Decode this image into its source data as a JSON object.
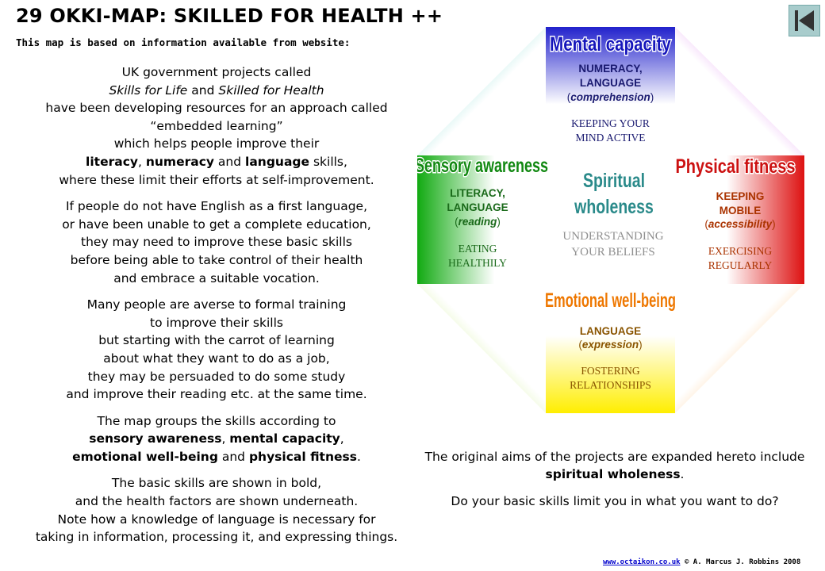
{
  "header": {
    "title": "29 OKKI-MAP: SKILLED FOR HEALTH ++",
    "subtitle": "This map is based on information available from website:"
  },
  "nav": {
    "back_icon": "skip-back-icon"
  },
  "left_text": {
    "p1": [
      [
        {
          "t": "UK government projects called"
        }
      ],
      [
        {
          "t": "Skills for Life",
          "i": true
        },
        {
          "t": " and "
        },
        {
          "t": "Skilled for Health",
          "i": true
        }
      ],
      [
        {
          "t": "have been developing resources for an approach called"
        }
      ],
      [
        {
          "t": "“embedded learning”"
        }
      ],
      [
        {
          "t": "which helps people improve their"
        }
      ],
      [
        {
          "t": "literacy",
          "b": true
        },
        {
          "t": ", "
        },
        {
          "t": "numeracy",
          "b": true
        },
        {
          "t": " and "
        },
        {
          "t": "language",
          "b": true
        },
        {
          "t": " skills,"
        }
      ],
      [
        {
          "t": "where these limit their efforts at self-improvement."
        }
      ]
    ],
    "p2": [
      [
        {
          "t": "If people do not have English as a first language,"
        }
      ],
      [
        {
          "t": "or have been unable to get a complete education,"
        }
      ],
      [
        {
          "t": "they may need to improve these basic skills"
        }
      ],
      [
        {
          "t": "before being able to take control of their health"
        }
      ],
      [
        {
          "t": "and embrace a suitable vocation."
        }
      ]
    ],
    "p3": [
      [
        {
          "t": "Many people are averse to formal training"
        }
      ],
      [
        {
          "t": "to improve their skills"
        }
      ],
      [
        {
          "t": "but starting with the carrot of learning"
        }
      ],
      [
        {
          "t": "about what they want to do as a job,"
        }
      ],
      [
        {
          "t": "they may be persuaded to do some study"
        }
      ],
      [
        {
          "t": "and improve their reading etc. at the same time."
        }
      ]
    ],
    "p4": [
      [
        {
          "t": "The map groups the skills according to"
        }
      ],
      [
        {
          "t": "sensory awareness",
          "b": true
        },
        {
          "t": ", "
        },
        {
          "t": "mental capacity",
          "b": true
        },
        {
          "t": ","
        }
      ],
      [
        {
          "t": "emotional well-being",
          "b": true
        },
        {
          "t": " and "
        },
        {
          "t": "physical fitness",
          "b": true
        },
        {
          "t": "."
        }
      ]
    ],
    "p5": [
      [
        {
          "t": "The basic skills are shown in bold,"
        }
      ],
      [
        {
          "t": "and the health factors are shown underneath."
        }
      ],
      [
        {
          "t": "Note how a knowledge of language is necessary for"
        }
      ],
      [
        {
          "t": "taking in information, processing it, and expressing things."
        }
      ]
    ]
  },
  "right_text": {
    "p1": [
      [
        {
          "t": "The original aims of the projects are expanded here"
        }
      ],
      [
        {
          "t": "to include "
        },
        {
          "t": "spiritual wholeness",
          "b": true
        },
        {
          "t": "."
        }
      ]
    ],
    "p2": [
      [
        {
          "t": "Do your basic skills limit you in what you want to do?"
        }
      ]
    ]
  },
  "map": {
    "top": {
      "heading": "Mental capacity",
      "skill_lines": [
        "NUMERACY,",
        "LANGUAGE"
      ],
      "skill_sub": "comprehension",
      "health_lines": [
        "KEEPING YOUR",
        "MIND ACTIVE"
      ]
    },
    "left": {
      "heading": "Sensory awareness",
      "skill_lines": [
        "LITERACY,",
        "LANGUAGE"
      ],
      "skill_sub": "reading",
      "health_lines": [
        "EATING",
        "HEALTHILY"
      ]
    },
    "right": {
      "heading": "Physical fitness",
      "skill_lines": [
        "KEEPING",
        "MOBILE"
      ],
      "skill_sub": "accessibility",
      "health_lines": [
        "EXERCISING",
        "REGULARLY"
      ]
    },
    "bottom": {
      "heading": "Emotional well-being",
      "skill_lines": [
        "LANGUAGE"
      ],
      "skill_sub": "expression",
      "health_lines": [
        "FOSTERING",
        "RELATIONSHIPS"
      ]
    },
    "center": {
      "heading_lines": [
        "Spiritual",
        "wholeness"
      ],
      "health_lines": [
        "UNDERSTANDING",
        "YOUR BELIEFS"
      ]
    },
    "colors": {
      "mental": "#2222cc",
      "sensory": "#11aa11",
      "physical": "#dd1111",
      "emotional": "#ffee00",
      "heading_mental": "#1515bb",
      "heading_green": "#118811",
      "heading_red": "#cc1111",
      "heading_orange": "#ee7700",
      "heading_teal": "#2a8a8a",
      "text_navy": "#1a1a70",
      "text_green": "#1a6a1a",
      "text_brown": "#aa3300",
      "text_gold": "#8a5500",
      "text_grey": "#909090"
    }
  },
  "footer": {
    "link": "www.octaikon.co.uk",
    "copyright": "© A. Marcus J. Robbins 2008"
  }
}
